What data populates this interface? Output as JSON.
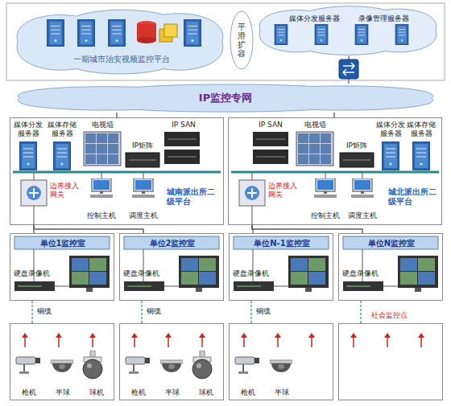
{
  "diagram": {
    "nodes": [
      {
        "text": [
          "一期城市治安视频监控平台"
        ]
      },
      {
        "text": [
          "平滑扩容"
        ]
      },
      {
        "text": [
          "媒体分发服务器",
          "录像管理服务器"
        ]
      },
      {
        "text": [
          "IP监控专网"
        ]
      },
      {
        "text": [
          "城南派出所二级平台"
        ]
      },
      {
        "text": [
          "城北派出所二级平台"
        ]
      },
      {
        "text": [
          "单位1监控室",
          "硬盘录像机"
        ]
      },
      {
        "text": [
          "单位2监控室",
          "硬盘录像机"
        ]
      },
      {
        "text": [
          "单位N-1监控室",
          "硬盘录像机"
        ]
      },
      {
        "text": [
          "单位N监控室",
          "硬盘录像机"
        ]
      },
      {
        "text": [
          "枪机",
          "半球",
          "球机"
        ]
      },
      {
        "text": [
          "枪机",
          "半球",
          "球机"
        ]
      },
      {
        "text": [
          "枪机",
          "半球"
        ]
      },
      {
        "text": [
          "社会监控点"
        ]
      }
    ],
    "edges": [
      {
        "from": 2,
        "to": 3,
        "arrow": "none"
      },
      {
        "from": 3,
        "to": 4,
        "arrow": "none"
      },
      {
        "from": 3,
        "to": 5,
        "arrow": "none"
      },
      {
        "from": 4,
        "to": 6,
        "arrow": "none"
      },
      {
        "from": 4,
        "to": 7,
        "arrow": "none"
      },
      {
        "from": 5,
        "to": 8,
        "arrow": "none"
      },
      {
        "from": 5,
        "to": 9,
        "arrow": "none"
      },
      {
        "from": 6,
        "to": 10,
        "label": "铜缆",
        "arrow": "none"
      },
      {
        "from": 7,
        "to": 11,
        "label": "铜缆",
        "arrow": "none"
      },
      {
        "from": 8,
        "to": 12,
        "label": "铜缆",
        "arrow": "none"
      },
      {
        "from": 9,
        "to": 13,
        "arrow": "none"
      }
    ],
    "labels": [
      "媒体分发服务器",
      "媒体存储服务器",
      "电视墙",
      "IP矩阵",
      "IP SAN",
      "边界接入网关",
      "控制主机",
      "调度主机",
      "IP SAN",
      "电视墙",
      "IP矩阵",
      "媒体分发服务器",
      "媒体存储服务器",
      "边界接入网关",
      "控制主机",
      "调度主机"
    ]
  }
}
